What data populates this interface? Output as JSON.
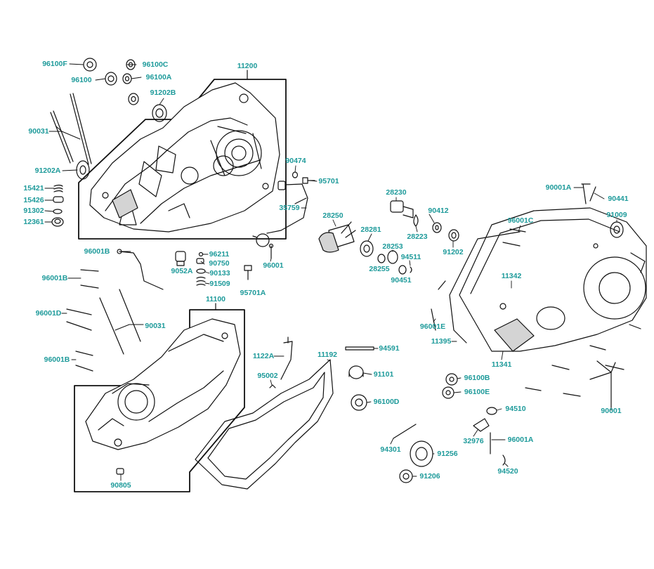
{
  "colors": {
    "label": "#1d9a9a",
    "line": "#111111",
    "part_fill": "#ffffff",
    "part_shade": "#d4d4d4"
  },
  "callouts": [
    {
      "code": "96100F"
    },
    {
      "code": "96100C"
    },
    {
      "code": "96100"
    },
    {
      "code": "96100A"
    },
    {
      "code": "11200"
    },
    {
      "code": "91202B"
    },
    {
      "code": "90031"
    },
    {
      "code": "91202A"
    },
    {
      "code": "15421"
    },
    {
      "code": "15426"
    },
    {
      "code": "91302"
    },
    {
      "code": "12361"
    },
    {
      "code": "90474"
    },
    {
      "code": "95701"
    },
    {
      "code": "35759"
    },
    {
      "code": "28230"
    },
    {
      "code": "28250"
    },
    {
      "code": "90412"
    },
    {
      "code": "28281"
    },
    {
      "code": "28223"
    },
    {
      "code": "28253"
    },
    {
      "code": "91202"
    },
    {
      "code": "94511"
    },
    {
      "code": "28255"
    },
    {
      "code": "90451"
    },
    {
      "code": "96001"
    },
    {
      "code": "96001B"
    },
    {
      "code": "96211"
    },
    {
      "code": "90750"
    },
    {
      "code": "9052A"
    },
    {
      "code": "90133"
    },
    {
      "code": "91509"
    },
    {
      "code": "95701A"
    },
    {
      "code": "96001B"
    },
    {
      "code": "11100"
    },
    {
      "code": "96001D"
    },
    {
      "code": "90031"
    },
    {
      "code": "96001B"
    },
    {
      "code": "1122A"
    },
    {
      "code": "11192"
    },
    {
      "code": "94591"
    },
    {
      "code": "95002"
    },
    {
      "code": "91101"
    },
    {
      "code": "96100D"
    },
    {
      "code": "90805"
    },
    {
      "code": "90001A"
    },
    {
      "code": "90441"
    },
    {
      "code": "96001C"
    },
    {
      "code": "91009"
    },
    {
      "code": "11342"
    },
    {
      "code": "96001E"
    },
    {
      "code": "11395"
    },
    {
      "code": "11341"
    },
    {
      "code": "96100B"
    },
    {
      "code": "96100E"
    },
    {
      "code": "94510"
    },
    {
      "code": "32976"
    },
    {
      "code": "96001A"
    },
    {
      "code": "90001"
    },
    {
      "code": "94301"
    },
    {
      "code": "91256"
    },
    {
      "code": "94520"
    },
    {
      "code": "91206"
    }
  ]
}
